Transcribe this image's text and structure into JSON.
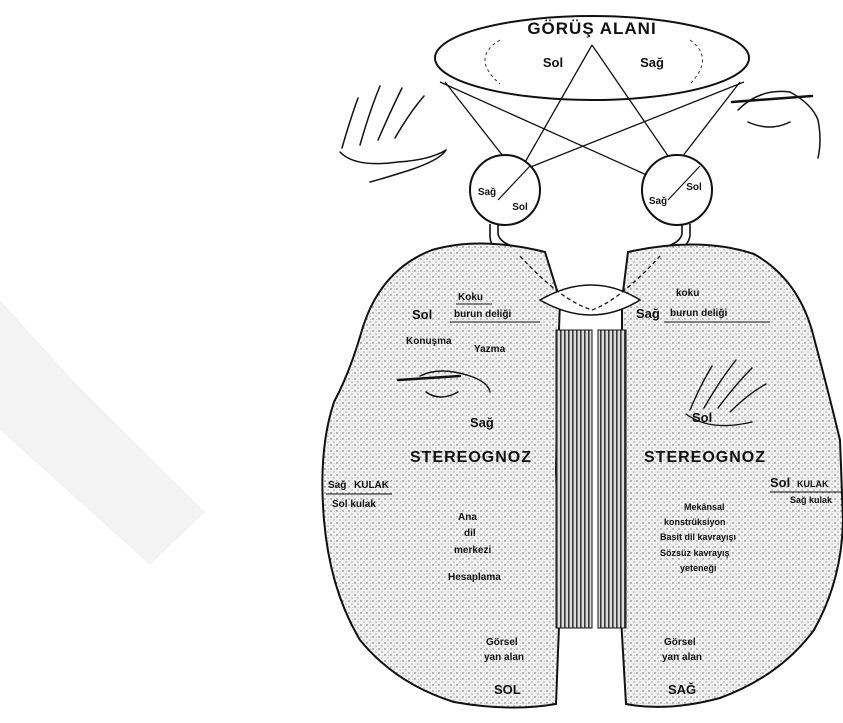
{
  "diagram": {
    "visual_field": {
      "title": "GÖRÜŞ ALANI",
      "left": "Sol",
      "right": "Sağ"
    },
    "left_eye": {
      "right_label": "Sağ",
      "left_label": "Sol"
    },
    "right_eye": {
      "right_label": "Sağ",
      "left_label": "Sol"
    },
    "left_hemisphere": {
      "smell": "Koku",
      "nostril_side": "Sol",
      "nostril": "burun deliği",
      "speech": "Konuşma",
      "writing": "Yazma",
      "hand_side": "Sağ",
      "stereognosis": "STEREOGNOZ",
      "ear_side": "Sağ",
      "ear": "KULAK",
      "ear_other": "Sol kulak",
      "language_1": "Ana",
      "language_2": "dil",
      "language_3": "merkezi",
      "calculation": "Hesaplama",
      "visual_1": "Görsel",
      "visual_2": "yan alan",
      "name": "SOL"
    },
    "right_hemisphere": {
      "smell": "koku",
      "nostril_side": "Sağ",
      "nostril": "burun deliği",
      "hand_side": "Sol",
      "stereognosis": "STEREOGNOZ",
      "ear_side": "Sol",
      "ear": "KULAK",
      "ear_other": "Sağ kulak",
      "spatial_1": "Mekânsal",
      "spatial_2": "konstrüksiyon",
      "simple_lang": "Basit dil kavrayışı",
      "nonverbal_1": "Sözsüz kavrayış",
      "nonverbal_2": "yeteneği",
      "visual_1": "Görsel",
      "visual_2": "yan alan",
      "name": "SAĞ"
    }
  }
}
